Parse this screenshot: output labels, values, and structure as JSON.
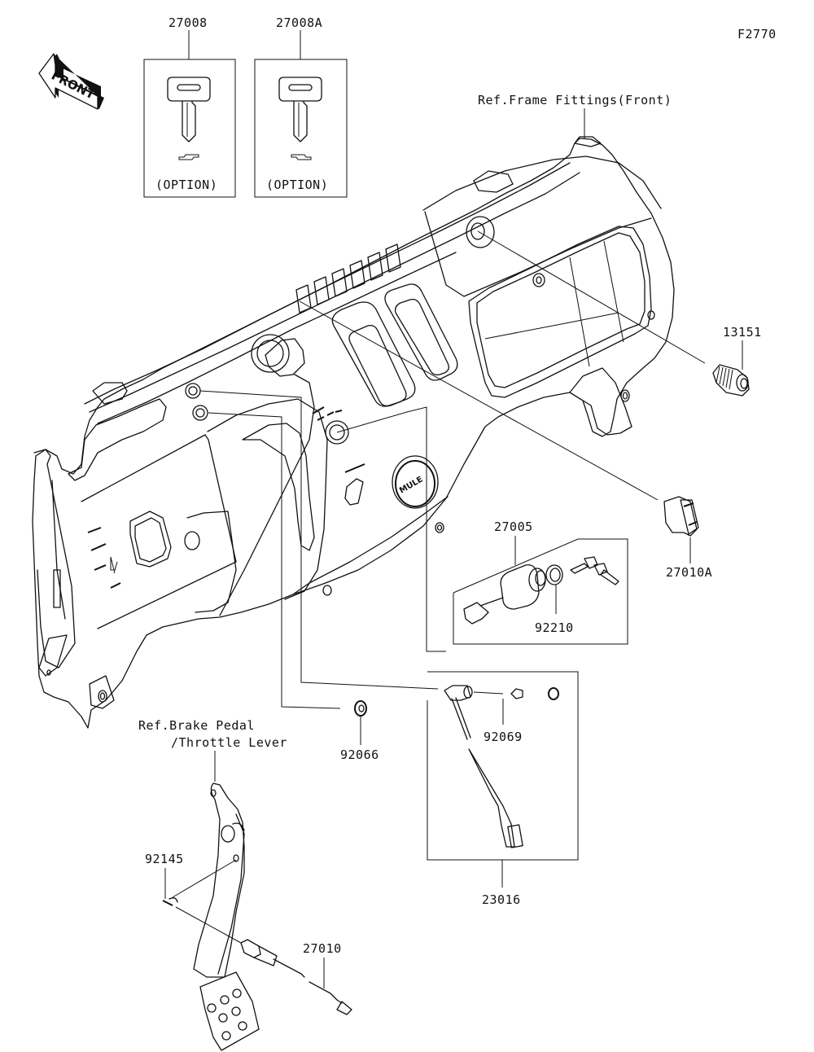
{
  "diagram": {
    "figure_code": "F2770",
    "front_indicator": "FRONT",
    "callouts": {
      "key_27008": "27008",
      "key_27008A": "27008A",
      "option_1": "(OPTION)",
      "option_2": "(OPTION)",
      "ref_frame": "Ref.Frame Fittings(Front)",
      "socket_13151": "13151",
      "switch_27010A": "27010A",
      "ignition_27005": "27005",
      "nut_92210": "92210",
      "grommet_92066": "92066",
      "bulb_92069": "92069",
      "harness_23016": "23016",
      "ref_brake_1": "Ref.Brake Pedal",
      "ref_brake_2": "/Throttle Lever",
      "spring_92145": "92145",
      "switch_27010": "27010"
    },
    "dash_markings": {
      "brand_badge": "MULE"
    }
  }
}
